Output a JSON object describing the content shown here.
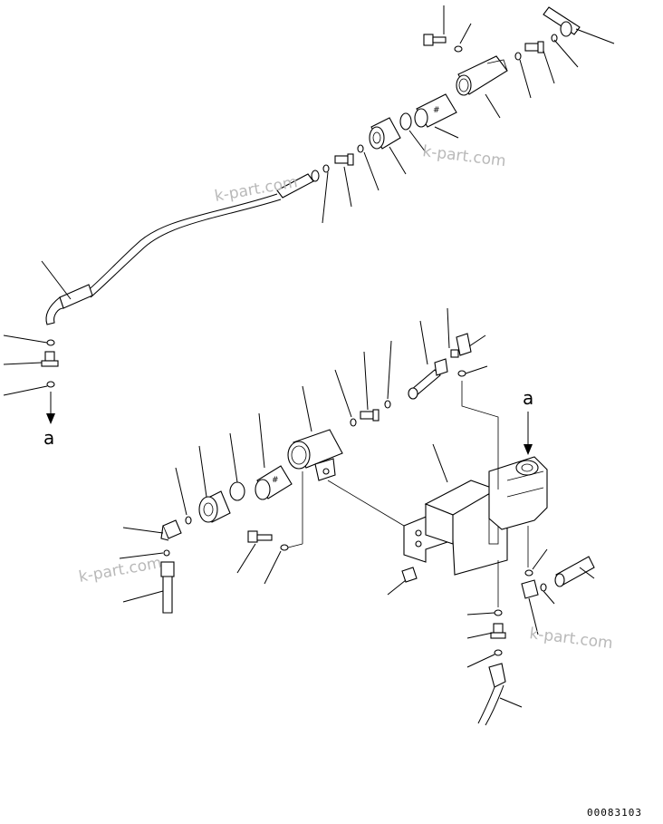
{
  "watermark": "k-part.com",
  "ref_label_left": "a",
  "ref_label_right": "a",
  "drawing_number": "00083103"
}
